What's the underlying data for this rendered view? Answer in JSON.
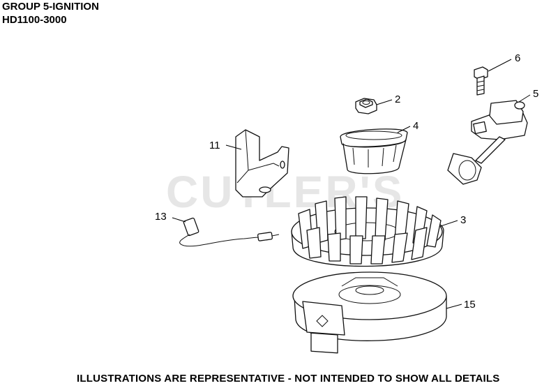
{
  "header": {
    "group": "GROUP 5-IGNITION",
    "model": "HD1100-3000"
  },
  "watermark": "CUTLER'S",
  "footer": "ILLUSTRATIONS ARE REPRESENTATIVE - NOT INTENDED TO SHOW ALL DETAILS",
  "callouts": {
    "c2": "2",
    "c3": "3",
    "c4": "4",
    "c5": "5",
    "c6": "6",
    "c11": "11",
    "c13": "13",
    "c15": "15"
  }
}
